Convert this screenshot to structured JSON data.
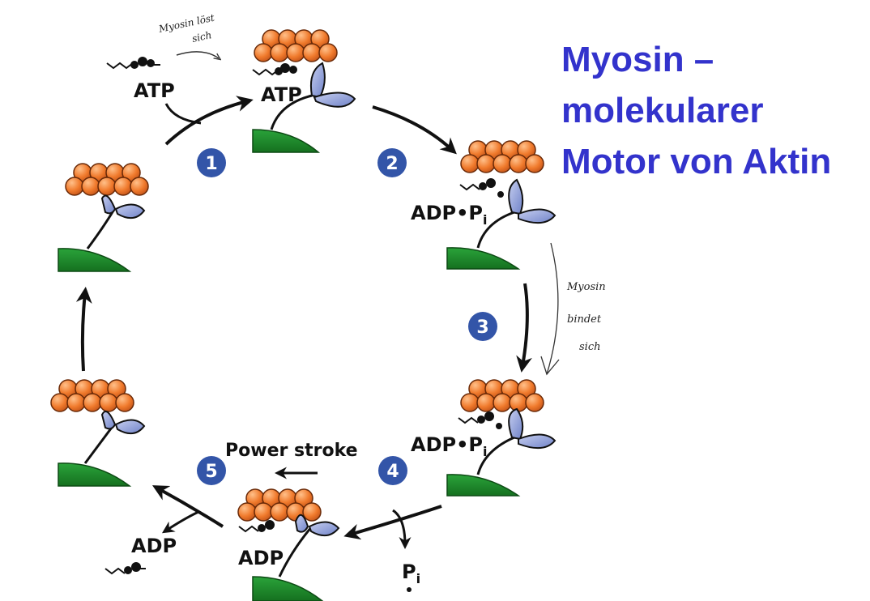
{
  "title": {
    "line1": "Myosin –",
    "line2": "molekularer",
    "line3": "Motor von Aktin"
  },
  "steps": [
    {
      "number": "1"
    },
    {
      "number": "2"
    },
    {
      "number": "3"
    },
    {
      "number": "4"
    },
    {
      "number": "5"
    }
  ],
  "labels": {
    "atp_in": "ATP",
    "atp_bound": "ATP",
    "adp_pi_1": "ADP•P",
    "adp_pi_1_sub": "i",
    "adp_pi_2": "ADP•P",
    "adp_pi_2_sub": "i",
    "adp_bound": "ADP",
    "adp_out": "ADP",
    "pi_out": "P",
    "pi_out_sub": "i",
    "power_stroke": "Power stroke"
  },
  "handwritten_notes": {
    "top_line1": "Myosin löst",
    "top_line2": "sich",
    "right_line1": "Myosin",
    "right_line2": "bindet",
    "right_line3": "sich"
  },
  "colors": {
    "title": "#3333cc",
    "actin": "#f07a2c",
    "myosin_head": "#8f9ed6",
    "base": "#1f8a2e",
    "step_badge": "#3355a8"
  }
}
